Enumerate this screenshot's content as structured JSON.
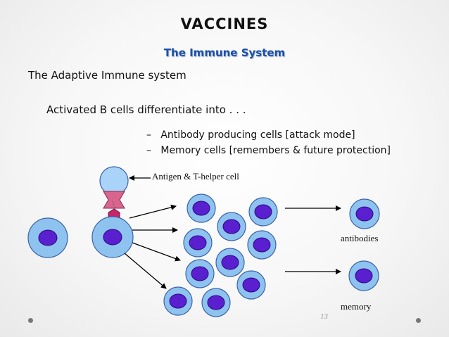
{
  "slide": {
    "title": "VACCINES",
    "subtitle": "The Immune System",
    "heading": "The Adaptive Immune system",
    "intro": "Activated B cells differentiate into . . .",
    "bullets": [
      "Antibody producing cells [attack mode]",
      "Memory cells [remembers & future protection]"
    ],
    "bullet_marker": "–",
    "page_number": "13"
  },
  "diagram": {
    "labels": {
      "antigen_helper": "Antigen & T-helper cell",
      "antibodies": "antibodies",
      "memory": "memory"
    },
    "colors": {
      "cell_body": "#8fc3ef",
      "nucleus": "#5a1fcf",
      "helper_cell": "#a9d3f8",
      "receptor": "#d9648e",
      "antigen": "#c8246c"
    }
  }
}
